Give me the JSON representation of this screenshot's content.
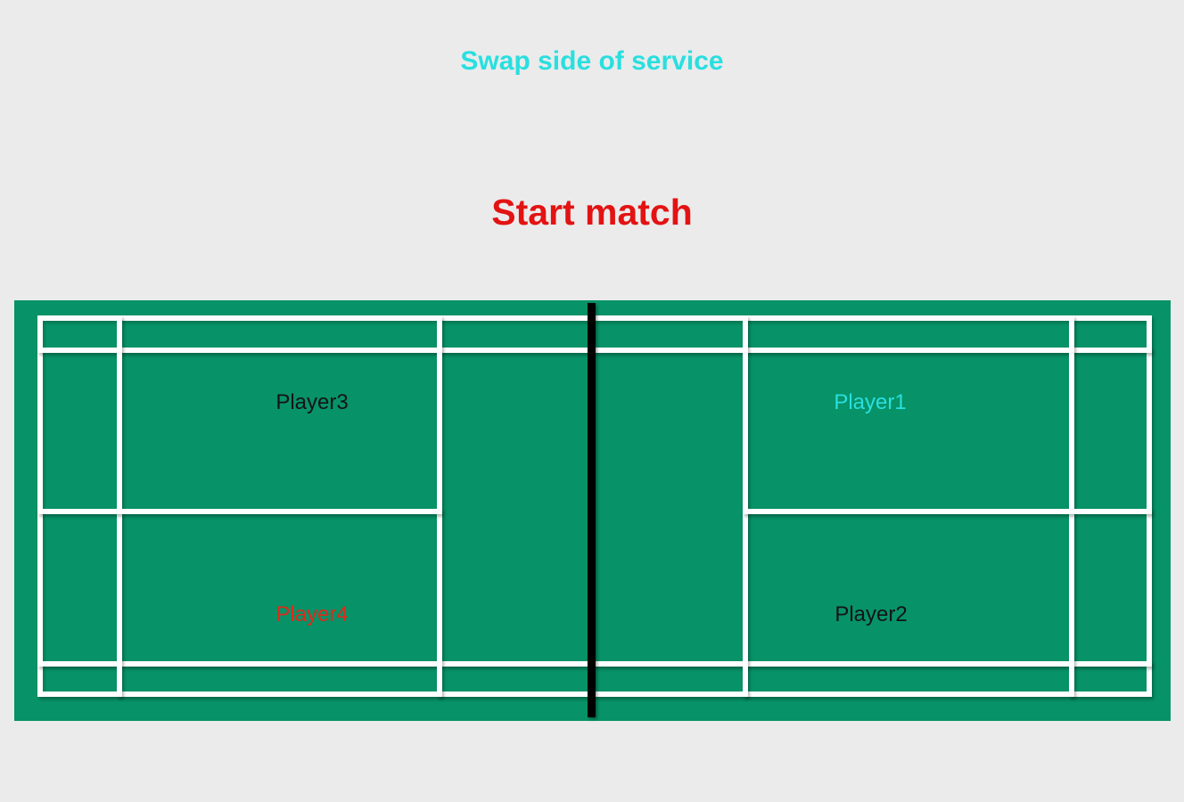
{
  "screen": "badminton-doubles-match-setup",
  "actions": {
    "swap_service": {
      "label": "Swap side of service"
    },
    "start_match": {
      "label": "Start match"
    }
  },
  "court": {
    "type": "badminton-doubles-court",
    "net": "net",
    "players": [
      {
        "id": "player3",
        "label": "Player3",
        "color": "#141414",
        "position": "top-left"
      },
      {
        "id": "player1",
        "label": "Player1",
        "color": "#29dfdf",
        "position": "top-right"
      },
      {
        "id": "player4",
        "label": "Player4",
        "color": "#e0291b",
        "position": "bottom-left"
      },
      {
        "id": "player2",
        "label": "Player2",
        "color": "#141414",
        "position": "bottom-right"
      }
    ]
  },
  "colors": {
    "background": "#ebebeb",
    "court_green": "#079267",
    "line_white": "#ffffff",
    "net_black": "#000000",
    "accent_cyan": "#29dfdf",
    "action_red": "#e31313"
  }
}
